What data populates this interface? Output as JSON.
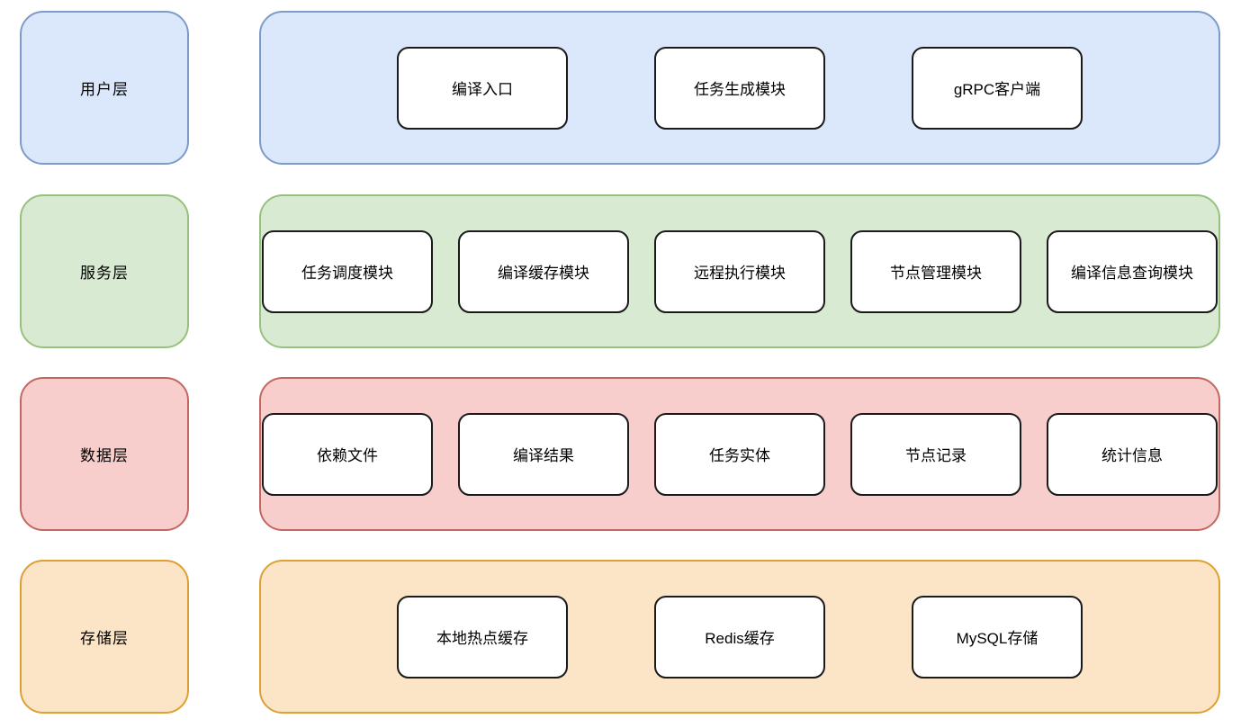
{
  "diagram": {
    "title": "layered-architecture",
    "module": {
      "fill": "#ffffff",
      "stroke": "#1a1a1a"
    },
    "layers": [
      {
        "id": "user",
        "label": "用户层",
        "fill": "#dbe8fb",
        "stroke": "#7d9bc9",
        "modules": [
          "编译入口",
          "任务生成模块",
          "gRPC客户端"
        ]
      },
      {
        "id": "service",
        "label": "服务层",
        "fill": "#d9ead3",
        "stroke": "#97c17e",
        "modules": [
          "任务调度模块",
          "编译缓存模块",
          "远程执行模块",
          "节点管理模块",
          "编译信息查询模块"
        ]
      },
      {
        "id": "data",
        "label": "数据层",
        "fill": "#f8cecc",
        "stroke": "#c26762",
        "modules": [
          "依赖文件",
          "编译结果",
          "任务实体",
          "节点记录",
          "统计信息"
        ]
      },
      {
        "id": "storage",
        "label": "存储层",
        "fill": "#fce5c7",
        "stroke": "#dda032",
        "modules": [
          "本地热点缓存",
          "Redis缓存",
          "MySQL存储"
        ]
      }
    ]
  }
}
